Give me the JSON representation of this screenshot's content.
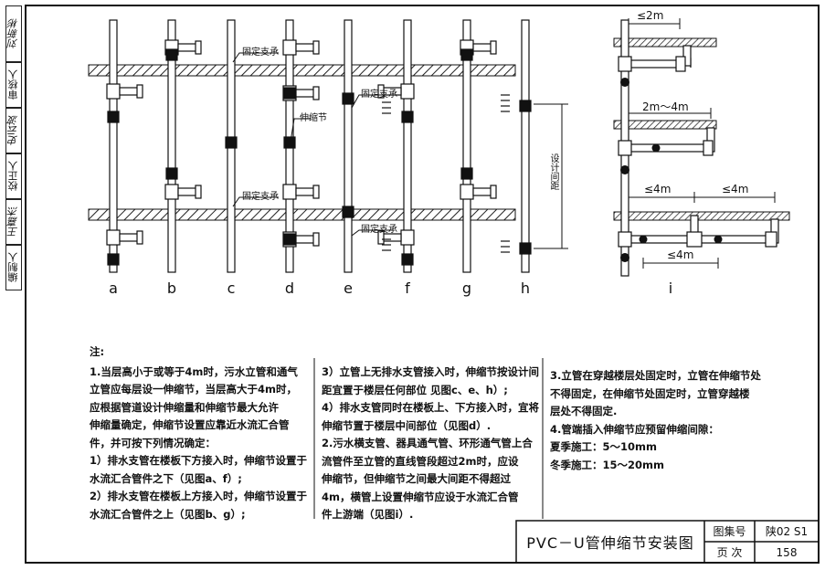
{
  "side_labels": [
    "编制人",
    "王嘉杰",
    "校正人",
    "史云波",
    "审核人",
    "刘新彬"
  ],
  "column_labels": [
    "a",
    "b",
    "c",
    "d",
    "e",
    "f",
    "g",
    "h",
    "i"
  ],
  "callouts": {
    "fixed_support": "固定支承",
    "expansion_joint": "伸缩节",
    "design_spacing": "设计间距"
  },
  "dimensions": {
    "d1": "≤2m",
    "d2": "2m～4m",
    "d3": "≤4m",
    "d4": "≤4m",
    "d5": "≤4m"
  },
  "notes_left": {
    "heading": "注:",
    "lines": [
      "1.当层高小于或等于4m时，污水立管和通气",
      "  立管应每层设一伸缩节，当层高大于4m时，",
      "  应根据管道设计伸缩量和伸缩节最大允许",
      "  伸缩量确定，伸缩节设置应靠近水流汇合管",
      "  件，并可按下列情况确定：",
      "1）排水支管在楼板下方接入时，伸缩节设置于",
      "  水流汇合管件之下（见图a、f）;",
      "2）排水支管在楼板上方接入时，伸缩节设置于",
      "  水流汇合管件之上（见图b、g）;"
    ]
  },
  "notes_mid": {
    "lines": [
      "3）立管上无排水支管接入时，伸缩节按设计间",
      "   距宜置于楼层任何部位  见图c、e、h）;",
      "4）排水支管同时在楼板上、下方接入时，宜将",
      "   伸缩节置于楼层中间部位（见图d）.",
      "2.污水横支管、器具通气管、环形通气管上合",
      "   流管件至立管的直线管段超过2m时，应设",
      "   伸缩节，但伸缩节之间最大间距不得超过",
      "   4m，横管上设置伸缩节应设于水流汇合管",
      "   件上游端（见图i）."
    ]
  },
  "notes_right": {
    "lines": [
      "3.立管在穿越楼层处固定时，立管在伸缩节处",
      "   不得固定，在伸缩节处固定时，立管穿越楼",
      "   层处不得固定.",
      "4.管端插入伸缩节应预留伸缩间隙：",
      "      夏季施工：5～10mm",
      "      冬季施工：15～20mm"
    ]
  },
  "title_block": {
    "title": "PVC－U管伸缩节安装图",
    "atlas_label": "图集号",
    "atlas_value": "陕02 S1",
    "page_label": "页 次",
    "page_value": "158"
  }
}
